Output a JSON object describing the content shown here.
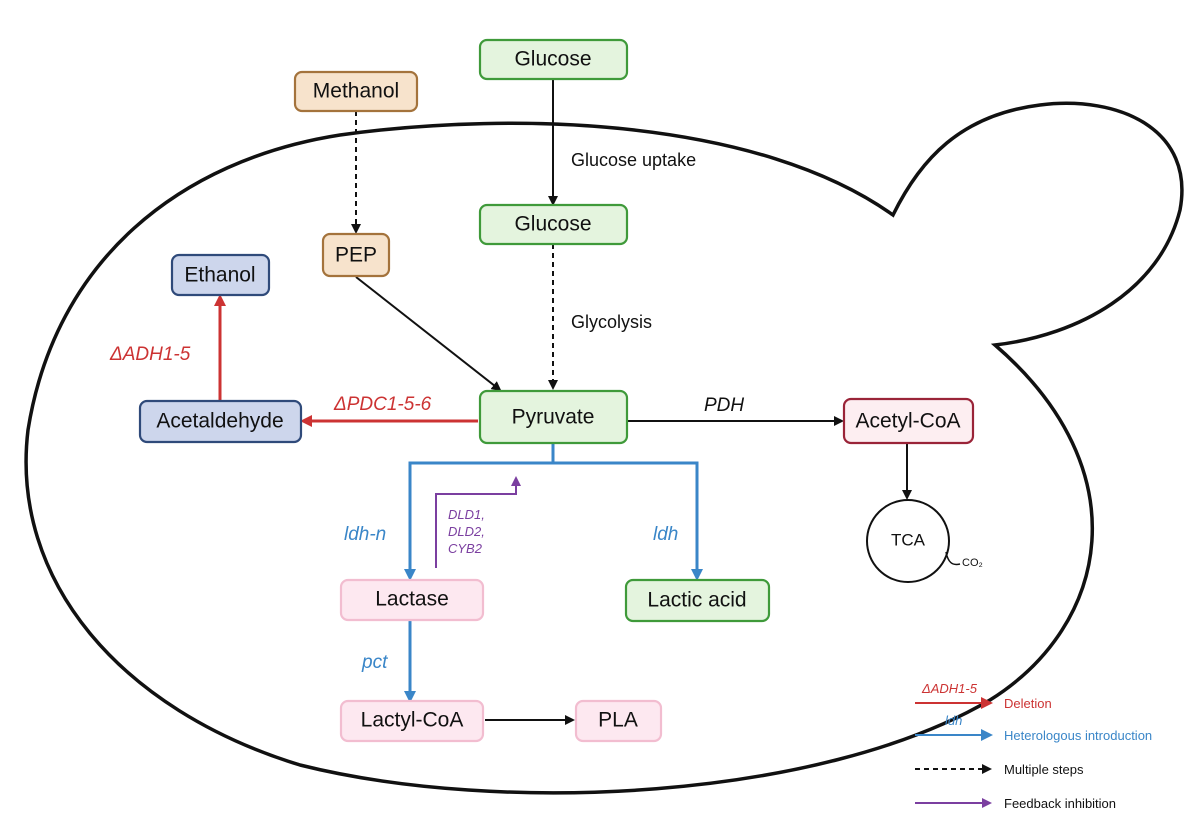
{
  "colors": {
    "green_fill": "#e4f4de",
    "green_stroke": "#3f9a3a",
    "orange_fill": "#f7e3cc",
    "orange_stroke": "#a4733c",
    "blue_fill": "#cdd6ec",
    "blue_stroke": "#2f4a7a",
    "pink_fill": "#fde8f0",
    "pink_stroke": "#f2bdd0",
    "red_fill": "#fdeef1",
    "red_stroke": "#9a2438",
    "deletion": "#cc3333",
    "heterologous": "#3a86c8",
    "feedback": "#7b3fa0",
    "black": "#111111"
  },
  "nodes": {
    "glucose_outside": "Glucose",
    "glucose_inside": "Glucose",
    "methanol": "Methanol",
    "pep": "PEP",
    "ethanol": "Ethanol",
    "acetaldehyde": "Acetaldehyde",
    "pyruvate": "Pyruvate",
    "acetyl_coa": "Acetyl-CoA",
    "lactase": "Lactase",
    "lactic_acid": "Lactic acid",
    "lactyl_coa": "Lactyl-CoA",
    "pla": "PLA",
    "tca": "TCA"
  },
  "labels": {
    "glucose_uptake": "Glucose uptake",
    "glycolysis": "Glycolysis",
    "adh": "ΔADH1-5",
    "pdc": "ΔPDC1-5-6",
    "pdh": "PDH",
    "ldh_n": "ldh-n",
    "ldh": "ldh",
    "pct": "pct",
    "dld_1": "DLD1,",
    "dld_2": "DLD2,",
    "cyb2": "CYB2",
    "co2": "CO₂"
  },
  "legend": {
    "deletion_gene": "ΔADH1-5",
    "deletion": "Deletion",
    "heterologous_gene": "ldh",
    "heterologous": "Heterologous introduction",
    "multiple_steps": "Multiple steps",
    "feedback": "Feedback inhibition"
  }
}
